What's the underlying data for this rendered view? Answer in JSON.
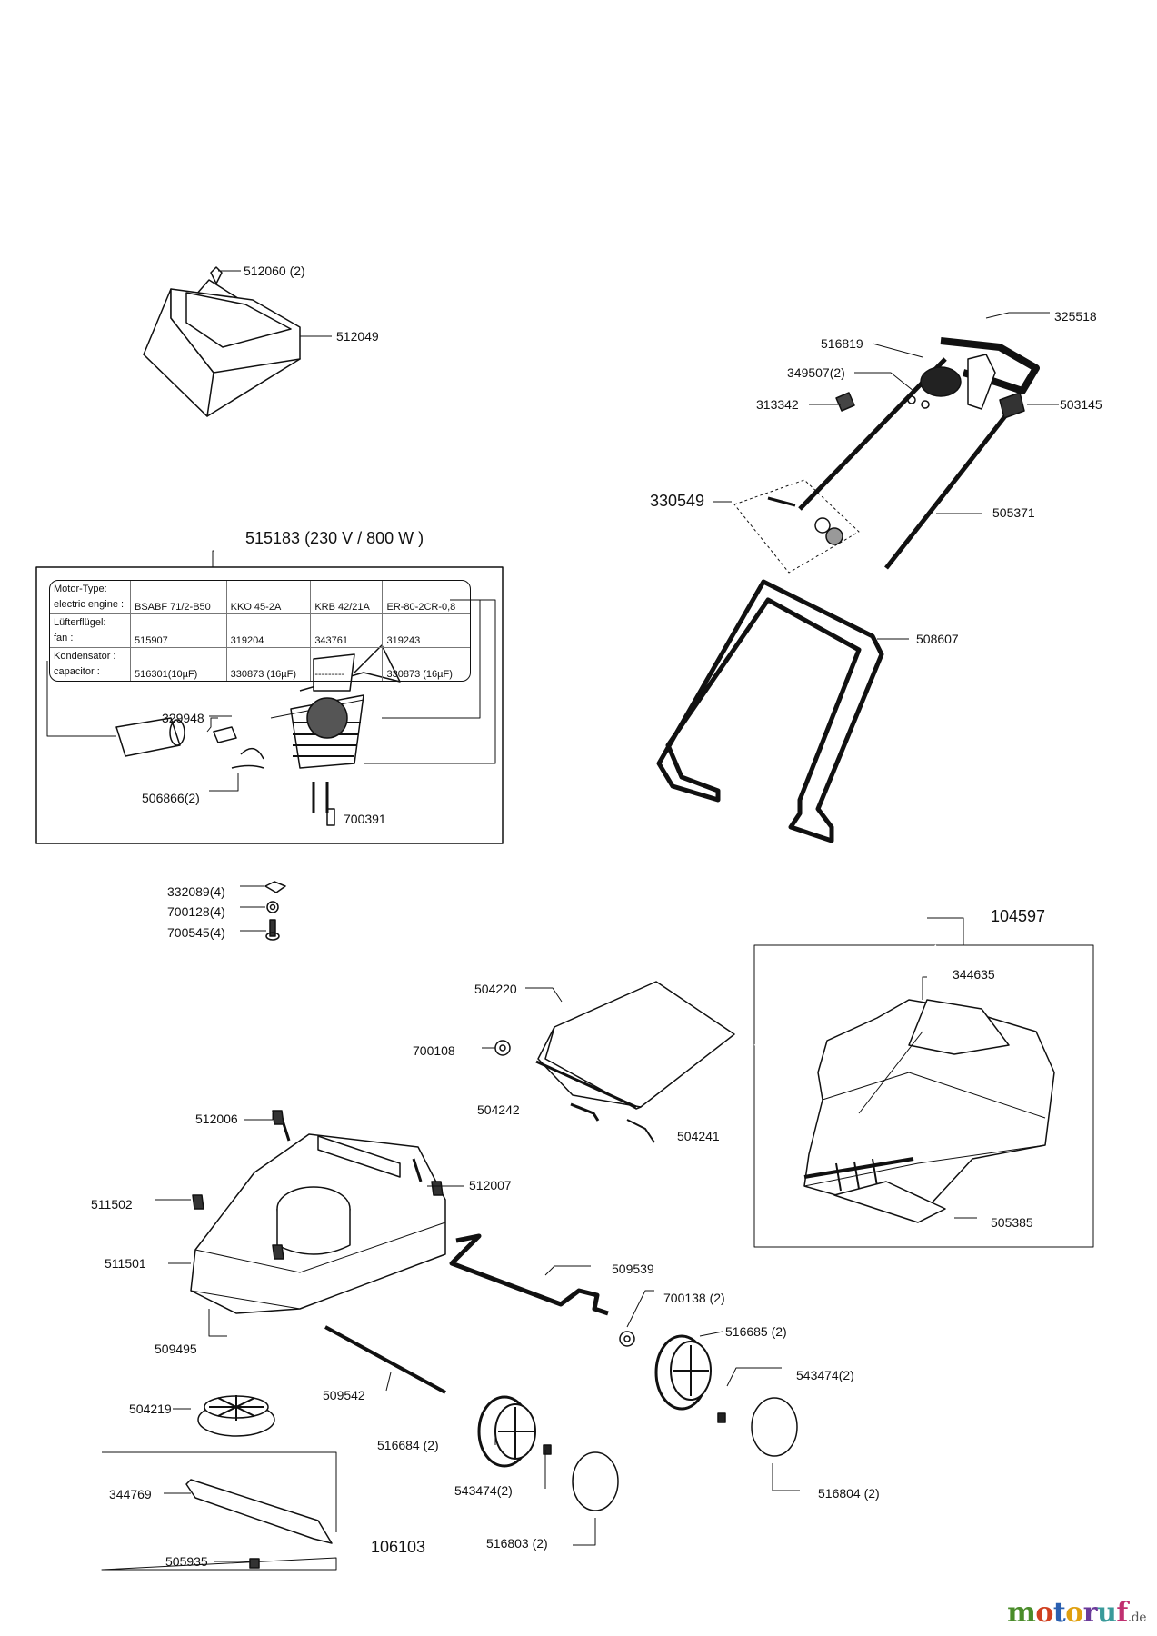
{
  "parts": {
    "p512060": "512060 (2)",
    "p512049": "512049",
    "p325518": "325518",
    "p516819": "516819",
    "p349507": "349507(2)",
    "p313342": "313342",
    "p503145": "503145",
    "p330549": "330549",
    "p505371": "505371",
    "p508607": "508607",
    "p515183": "515183 (230 V / 800 W )",
    "p329948": "329948",
    "p506866": "506866(2)",
    "p700391": "700391",
    "p332089": "332089(4)",
    "p700128": "700128(4)",
    "p700545": "700545(4)",
    "p104597": "104597",
    "p344635": "344635",
    "p505385": "505385",
    "p504220": "504220",
    "p700108": "700108",
    "p504242": "504242",
    "p504241": "504241",
    "p512006": "512006",
    "p512007": "512007",
    "p511502": "511502",
    "p511501": "511501",
    "p509495": "509495",
    "p509539": "509539",
    "p700138": "700138 (2)",
    "p516685": "516685 (2)",
    "p509542": "509542",
    "p543474a": "543474(2)",
    "p504219": "504219",
    "p516684": "516684 (2)",
    "p543474b": "543474(2)",
    "p516804": "516804 (2)",
    "p516803": "516803 (2)",
    "p344769": "344769",
    "p505935": "505935",
    "p106103": "106103"
  },
  "motor_table": {
    "row1_label_a": "Motor-Type:",
    "row1_label_b": "electric engine :",
    "row1": [
      "BSABF 71/2-B50",
      "KKO 45-2A",
      "KRB 42/21A",
      "ER-80-2CR-0,8"
    ],
    "row2_label_a": "Lüfterflügel:",
    "row2_label_b": "fan :",
    "row2": [
      "515907",
      "319204",
      "343761",
      "319243"
    ],
    "row3_label_a": "Kondensator :",
    "row3_label_b": "capacitor :",
    "row3": [
      "516301(10µF)",
      "330873 (16µF)",
      "---------",
      "330873 (16µF)"
    ]
  },
  "brand": {
    "name_parts": [
      "m",
      "o",
      "t",
      "o",
      "r",
      "u",
      "f"
    ],
    "suffix": ".de"
  }
}
